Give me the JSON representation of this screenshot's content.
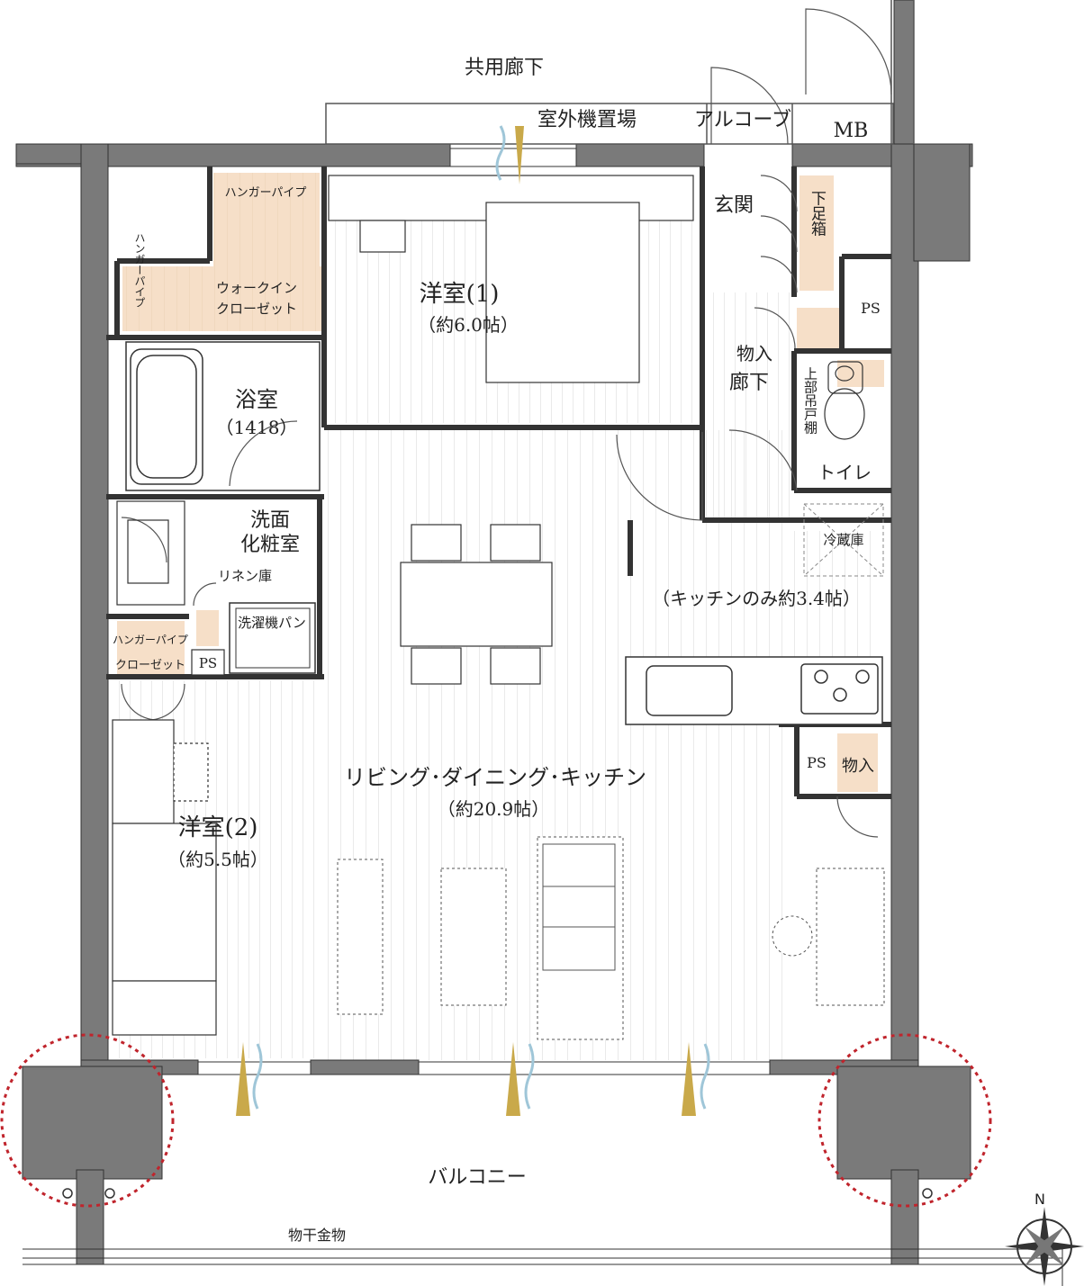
{
  "labels": {
    "corridor_shared": "共用廊下",
    "outdoor_unit": "室外機置場",
    "alcove": "アルコーブ",
    "mb": "MB",
    "entrance": "玄関",
    "shoe_box": "下足箱",
    "ps_top": "PS",
    "storage_hall": "物入",
    "hallway": "廊下",
    "upper_cabinet": "上部吊戸棚",
    "toilet": "トイレ",
    "fridge": "冷蔵庫",
    "kitchen_size": "（キッチンのみ約3.4帖）",
    "ps_kitchen": "PS",
    "storage_kitchen": "物入",
    "room1_name": "洋室(1)",
    "room1_size": "（約6.0帖）",
    "hanger_pipe_wic": "ハンガーパイプ",
    "hanger_pipe_wic_side": "ハンガーパイプ",
    "walk_in_closet_1": "ウォークイン",
    "walk_in_closet_2": "クローゼット",
    "bath_name": "浴室",
    "bath_size": "（1418）",
    "washroom_1": "洗面",
    "washroom_2": "化粧室",
    "linen": "リネン庫",
    "washer_pan": "洗濯機パン",
    "hanger_pipe_closet": "ハンガーパイプ",
    "closet": "クローゼット",
    "ps_closet": "PS",
    "ldk_name": "リビング･ダイニング･キッチン",
    "ldk_size": "（約20.9帖）",
    "room2_name": "洋室(2)",
    "room2_size": "（約5.5帖）",
    "balcony": "バルコニー",
    "drying_rack": "物干金物",
    "north": "N"
  },
  "colors": {
    "wall": "#7a7a7a",
    "closet_fill": "#f6dfc8",
    "floor_line": "#cfcfcf",
    "highlight_circle": "#c0242c",
    "airflow_gold": "#c9a94a",
    "airflow_blue": "#9fc6d8"
  }
}
